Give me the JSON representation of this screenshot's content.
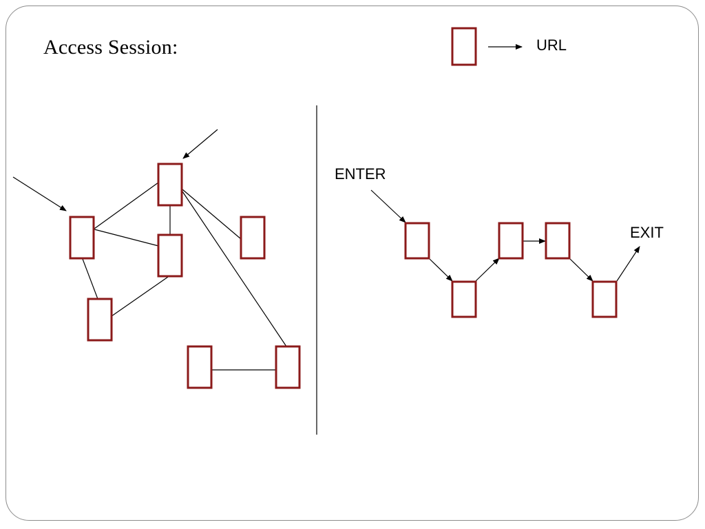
{
  "slide": {
    "title": "Access Session:"
  },
  "legend": {
    "label": "URL"
  },
  "session_path": {
    "enter_label": "ENTER",
    "exit_label": "EXIT"
  },
  "colors": {
    "node_border": "#8b1a1a",
    "edge": "#000000",
    "frame_border": "#8c8c8c"
  }
}
